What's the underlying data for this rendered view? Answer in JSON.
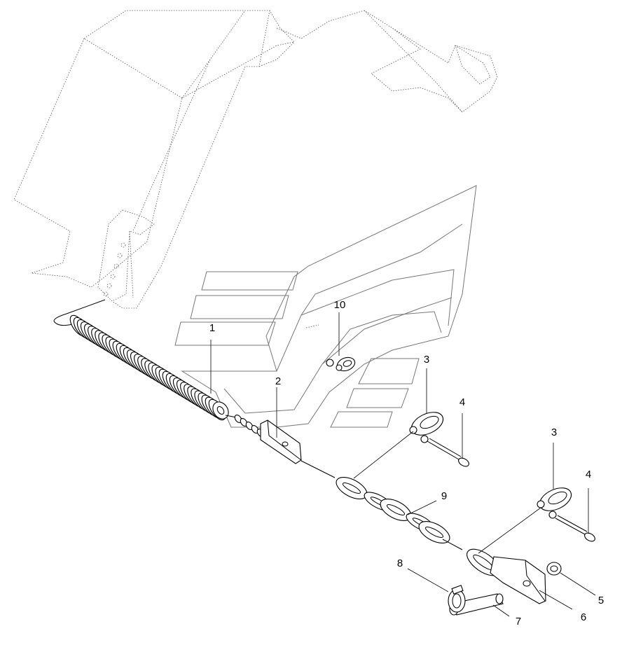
{
  "callouts": [
    {
      "id": "1",
      "label": "1"
    },
    {
      "id": "2",
      "label": "2"
    },
    {
      "id": "3a",
      "label": "3"
    },
    {
      "id": "3b",
      "label": "3"
    },
    {
      "id": "4a",
      "label": "4"
    },
    {
      "id": "4b",
      "label": "4"
    },
    {
      "id": "5",
      "label": "5"
    },
    {
      "id": "6",
      "label": "6"
    },
    {
      "id": "7",
      "label": "7"
    },
    {
      "id": "8",
      "label": "8"
    },
    {
      "id": "9",
      "label": "9"
    },
    {
      "id": "10",
      "label": "10"
    }
  ]
}
